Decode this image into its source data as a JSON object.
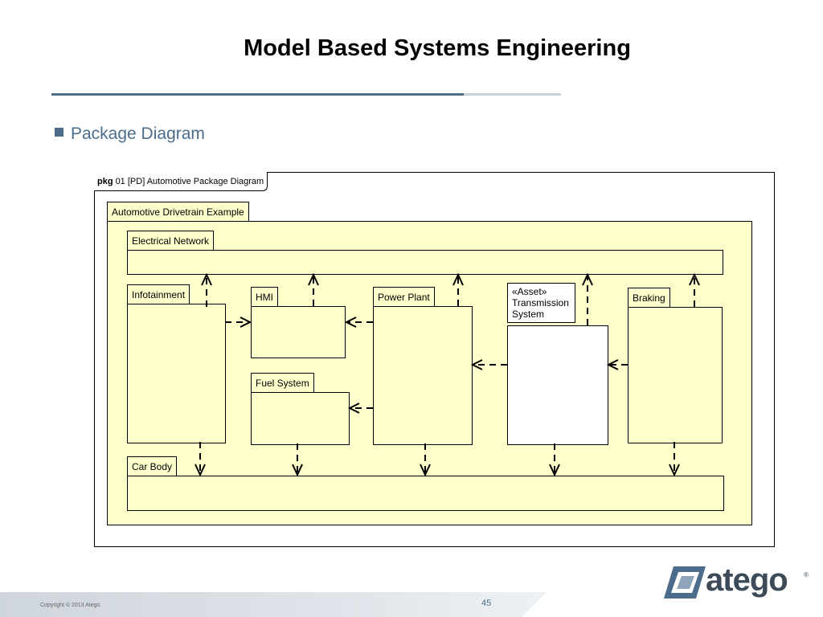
{
  "page": {
    "title": "Model Based Systems Engineering",
    "bullet": "Package Diagram",
    "copyright": "Copyright © 2013 Atego.",
    "page_number": "45",
    "logo_text": "atego",
    "logo_reg": "®"
  },
  "diagram": {
    "frame_kind": "pkg",
    "frame_name": "01 [PD] Automotive Package Diagram",
    "outer_package": "Automotive Drivetrain Example",
    "packages": {
      "electrical": "Electrical Network",
      "infotainment": "Infotainment",
      "hmi": "HMI",
      "power_plant": "Power Plant",
      "transmission_stereo": "«Asset»",
      "transmission_l1": "Transmission",
      "transmission_l2": "System",
      "braking": "Braking",
      "fuel": "Fuel System",
      "car_body": "Car Body"
    },
    "dependencies": [
      {
        "from": "Infotainment",
        "to": "Electrical Network"
      },
      {
        "from": "HMI",
        "to": "Electrical Network"
      },
      {
        "from": "Power Plant",
        "to": "Electrical Network"
      },
      {
        "from": "Transmission System",
        "to": "Electrical Network"
      },
      {
        "from": "Braking",
        "to": "Electrical Network"
      },
      {
        "from": "Infotainment",
        "to": "HMI"
      },
      {
        "from": "Power Plant",
        "to": "HMI"
      },
      {
        "from": "Power Plant",
        "to": "Fuel System"
      },
      {
        "from": "Transmission System",
        "to": "Power Plant"
      },
      {
        "from": "Braking",
        "to": "Transmission System"
      },
      {
        "from": "Infotainment",
        "to": "Car Body"
      },
      {
        "from": "Fuel System",
        "to": "Car Body"
      },
      {
        "from": "Power Plant",
        "to": "Car Body"
      },
      {
        "from": "Transmission System",
        "to": "Car Body"
      },
      {
        "from": "Braking",
        "to": "Car Body"
      }
    ]
  }
}
